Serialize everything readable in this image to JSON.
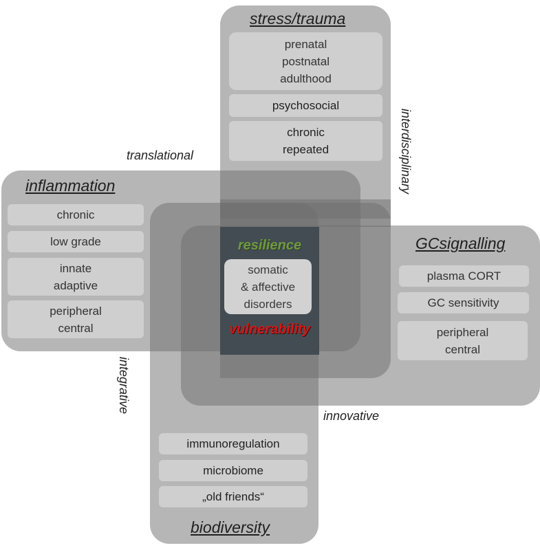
{
  "stress": {
    "heading": "stress/trauma",
    "box1": [
      "prenatal",
      "postnatal",
      "adulthood"
    ],
    "box2": "psychosocial",
    "box3": [
      "chronic",
      "repeated"
    ]
  },
  "inflammation": {
    "heading": "inflammation",
    "items": [
      "chronic",
      "low grade",
      "innate\nadaptive",
      "peripheral\ncentral"
    ],
    "item1": "chronic",
    "item2": "low grade",
    "item3": [
      "innate",
      "adaptive"
    ],
    "item4": [
      "peripheral",
      "central"
    ]
  },
  "gcsignalling": {
    "heading": "GCsignalling",
    "item1": "plasma CORT",
    "item2": "GC sensitivity",
    "item3": [
      "peripheral",
      "central"
    ]
  },
  "biodiversity": {
    "heading": "biodiversity",
    "item1": "immunoregulation",
    "item2": "microbiome",
    "item3": "„old friends“"
  },
  "center": {
    "resilience": "resilience",
    "disorders": [
      "somatic",
      "& affective",
      "disorders"
    ],
    "vulnerability": "vulnerability"
  },
  "axes": {
    "translational": "translational",
    "interdisciplinary": "interdisciplinary",
    "integrative": "integrative",
    "innovative": "innovative"
  }
}
